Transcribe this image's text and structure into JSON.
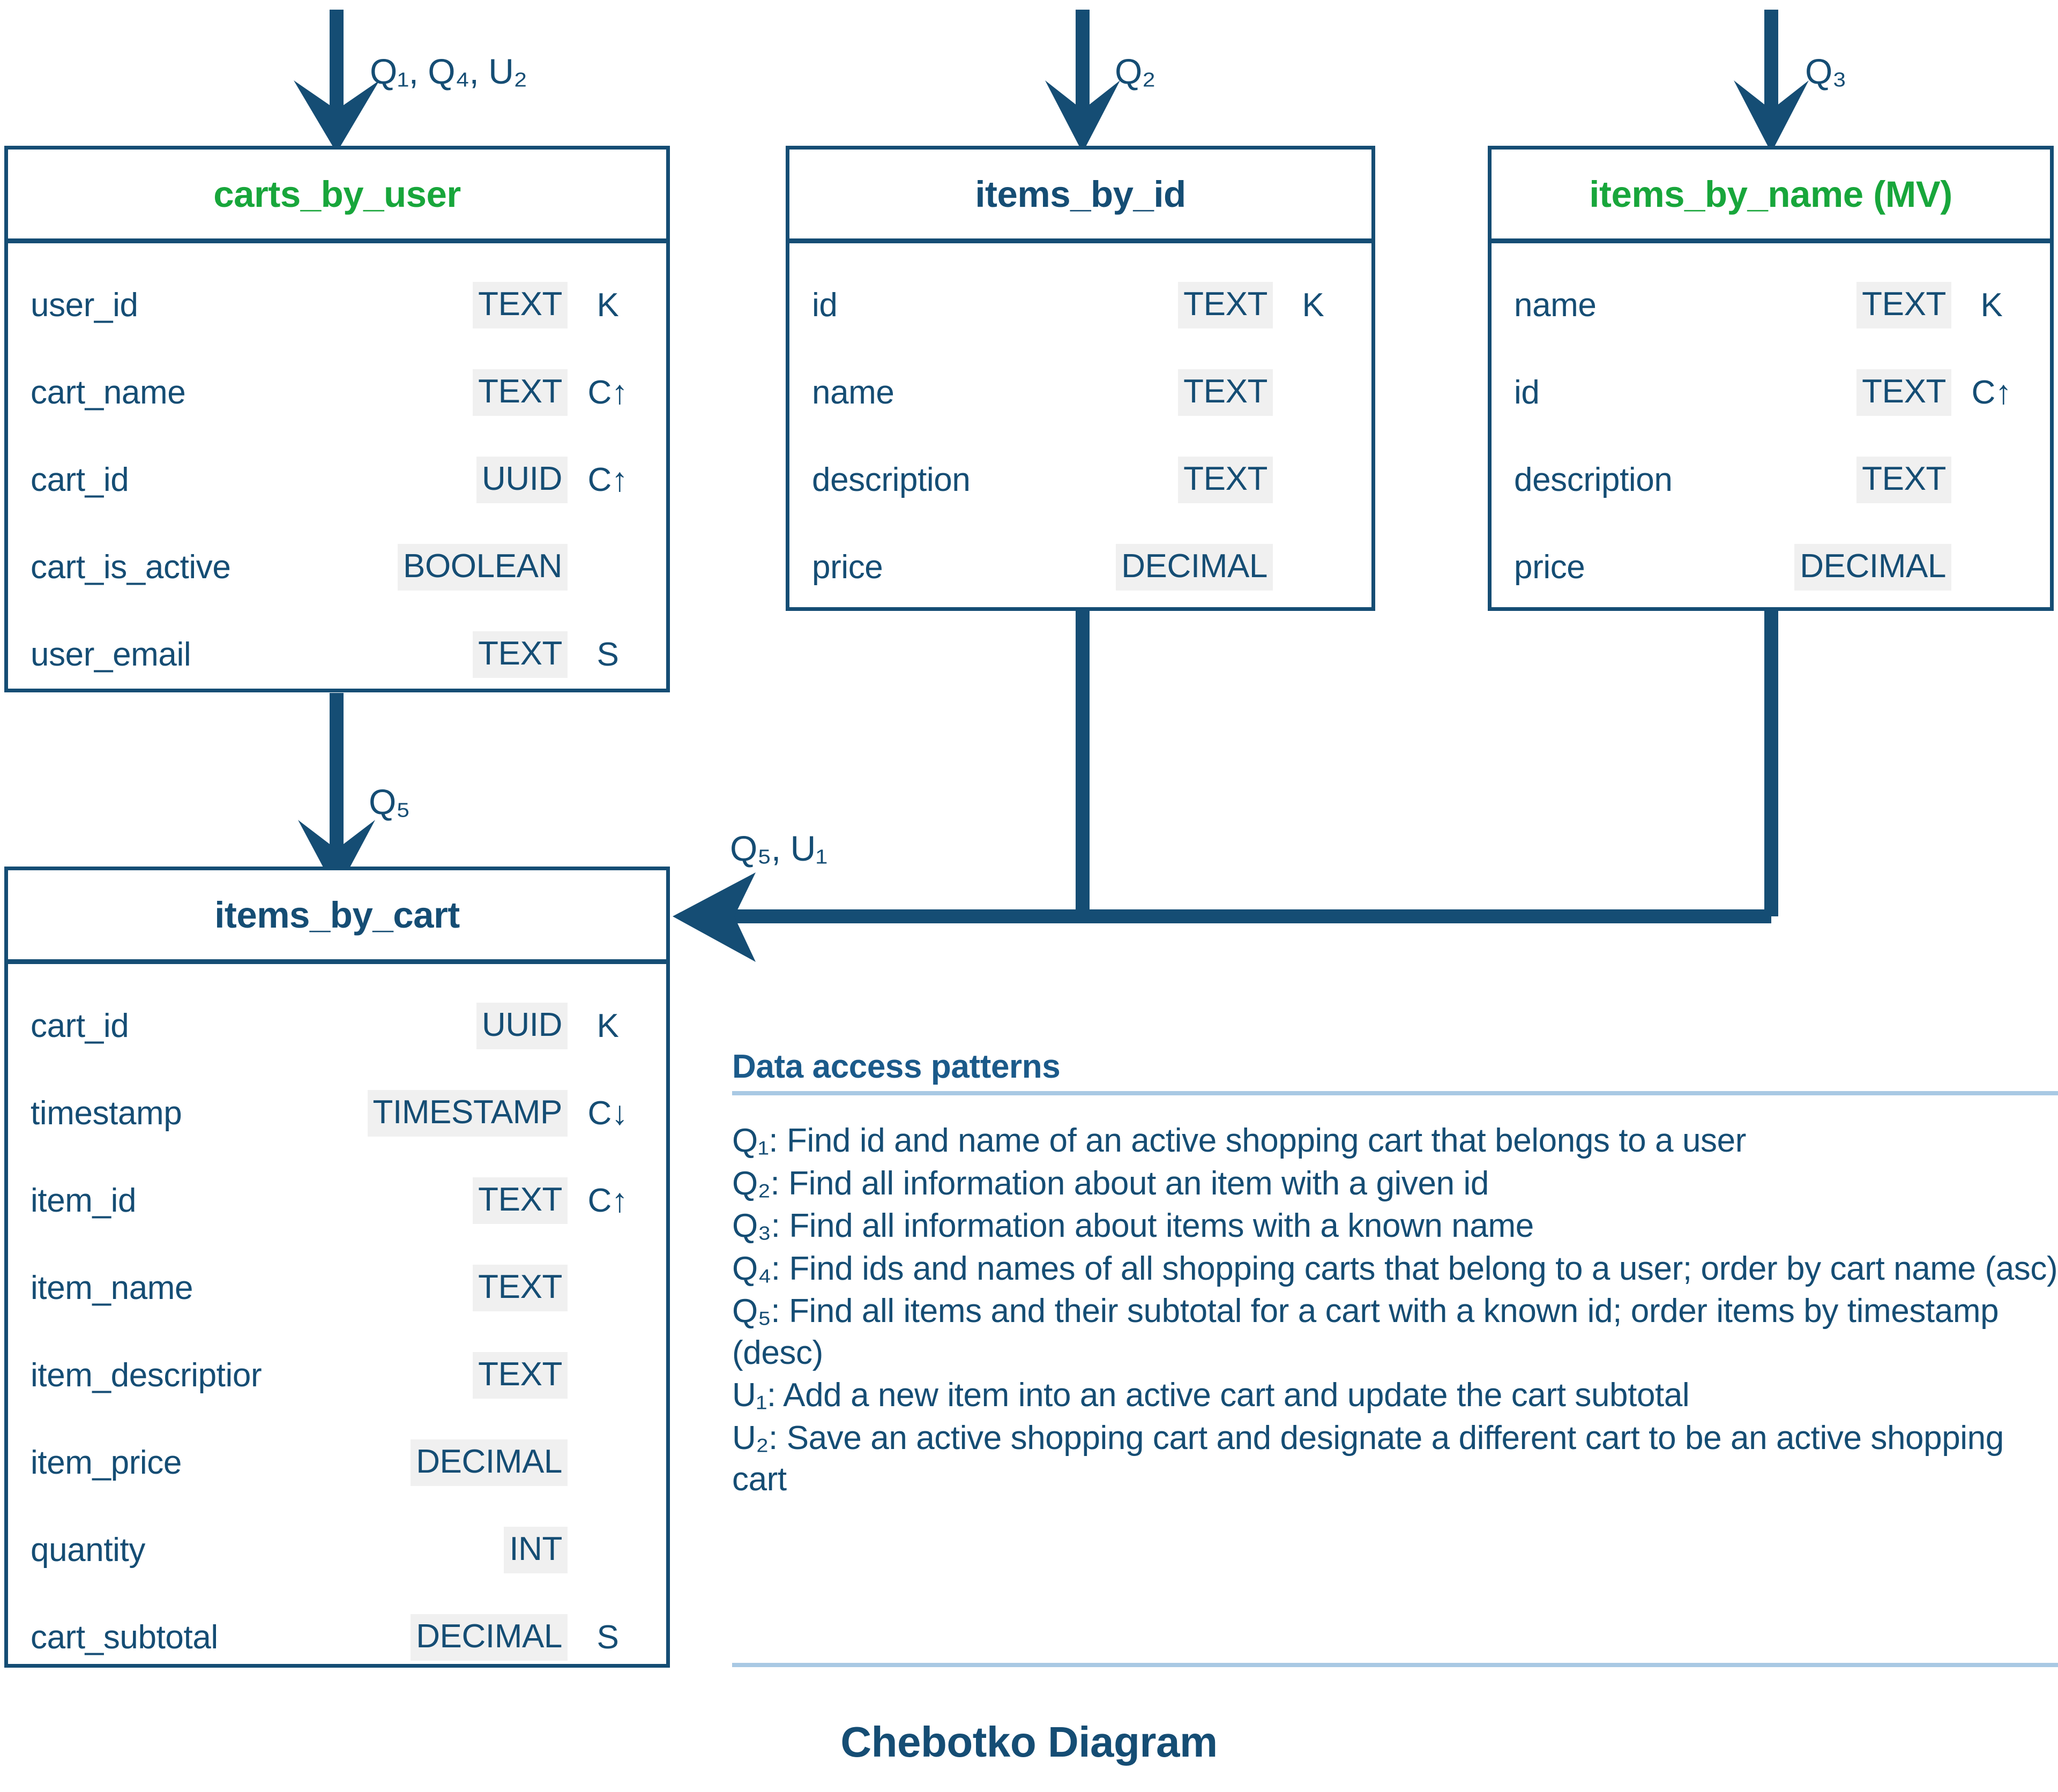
{
  "caption": "Chebotko Diagram",
  "colors": {
    "line": "#154D74",
    "table_title_green": "#18A63B",
    "table_title_blue": "#154D74",
    "type_badge_bg": "#F0F0F0",
    "rule": "#A9C9E4"
  },
  "tables": [
    {
      "id": "carts_by_user",
      "name": "carts_by_user",
      "name_color": "green",
      "columns": [
        {
          "name": "user_id",
          "type": "TEXT",
          "key": "K"
        },
        {
          "name": "cart_name",
          "type": "TEXT",
          "key": "C↑"
        },
        {
          "name": "cart_id",
          "type": "UUID",
          "key": "C↑"
        },
        {
          "name": "cart_is_active",
          "type": "BOOLEAN",
          "key": ""
        },
        {
          "name": "user_email",
          "type": "TEXT",
          "key": "S"
        }
      ]
    },
    {
      "id": "items_by_id",
      "name": "items_by_id",
      "name_color": "blue",
      "columns": [
        {
          "name": "id",
          "type": "TEXT",
          "key": "K"
        },
        {
          "name": "name",
          "type": "TEXT",
          "key": ""
        },
        {
          "name": "description",
          "type": "TEXT",
          "key": ""
        },
        {
          "name": "price",
          "type": "DECIMAL",
          "key": ""
        }
      ]
    },
    {
      "id": "items_by_name",
      "name": "items_by_name (MV)",
      "name_color": "green",
      "columns": [
        {
          "name": "name",
          "type": "TEXT",
          "key": "K"
        },
        {
          "name": "id",
          "type": "TEXT",
          "key": "C↑"
        },
        {
          "name": "description",
          "type": "TEXT",
          "key": ""
        },
        {
          "name": "price",
          "type": "DECIMAL",
          "key": ""
        }
      ]
    },
    {
      "id": "items_by_cart",
      "name": "items_by_cart",
      "name_color": "blue",
      "columns": [
        {
          "name": "cart_id",
          "type": "UUID",
          "key": "K"
        },
        {
          "name": "timestamp",
          "type": "TIMESTAMP",
          "key": "C↓"
        },
        {
          "name": "item_id",
          "type": "TEXT",
          "key": "C↑"
        },
        {
          "name": "item_name",
          "type": "TEXT",
          "key": ""
        },
        {
          "name": "item_descriptior",
          "type": "TEXT",
          "key": ""
        },
        {
          "name": "item_price",
          "type": "DECIMAL",
          "key": ""
        },
        {
          "name": "quantity",
          "type": "INT",
          "key": ""
        },
        {
          "name": "cart_subtotal",
          "type": "DECIMAL",
          "key": "S"
        }
      ]
    }
  ],
  "edge_labels": {
    "carts_by_user_in": "Q₁, Q₄, U₂",
    "items_by_id_in": "Q₂",
    "items_by_name_in": "Q₃",
    "carts_to_items_by_cart": "Q₅",
    "items_to_items_by_cart": "Q₅, U₁"
  },
  "data_access_patterns": {
    "title": "Data access patterns",
    "items": [
      "Q₁: Find id and name of an active shopping cart that belongs to a user",
      "Q₂: Find all information about an item with a given id",
      "Q₃: Find all information about items with a known name",
      "Q₄: Find ids and names of all shopping carts that belong to a user; order by cart name (asc)",
      "Q₅: Find all items and their subtotal for a cart with a known id; order items by timestamp (desc)",
      "U₁: Add a new item into an active cart and update the cart subtotal",
      "U₂: Save an active shopping cart and designate a different cart to be an active shopping cart"
    ]
  }
}
